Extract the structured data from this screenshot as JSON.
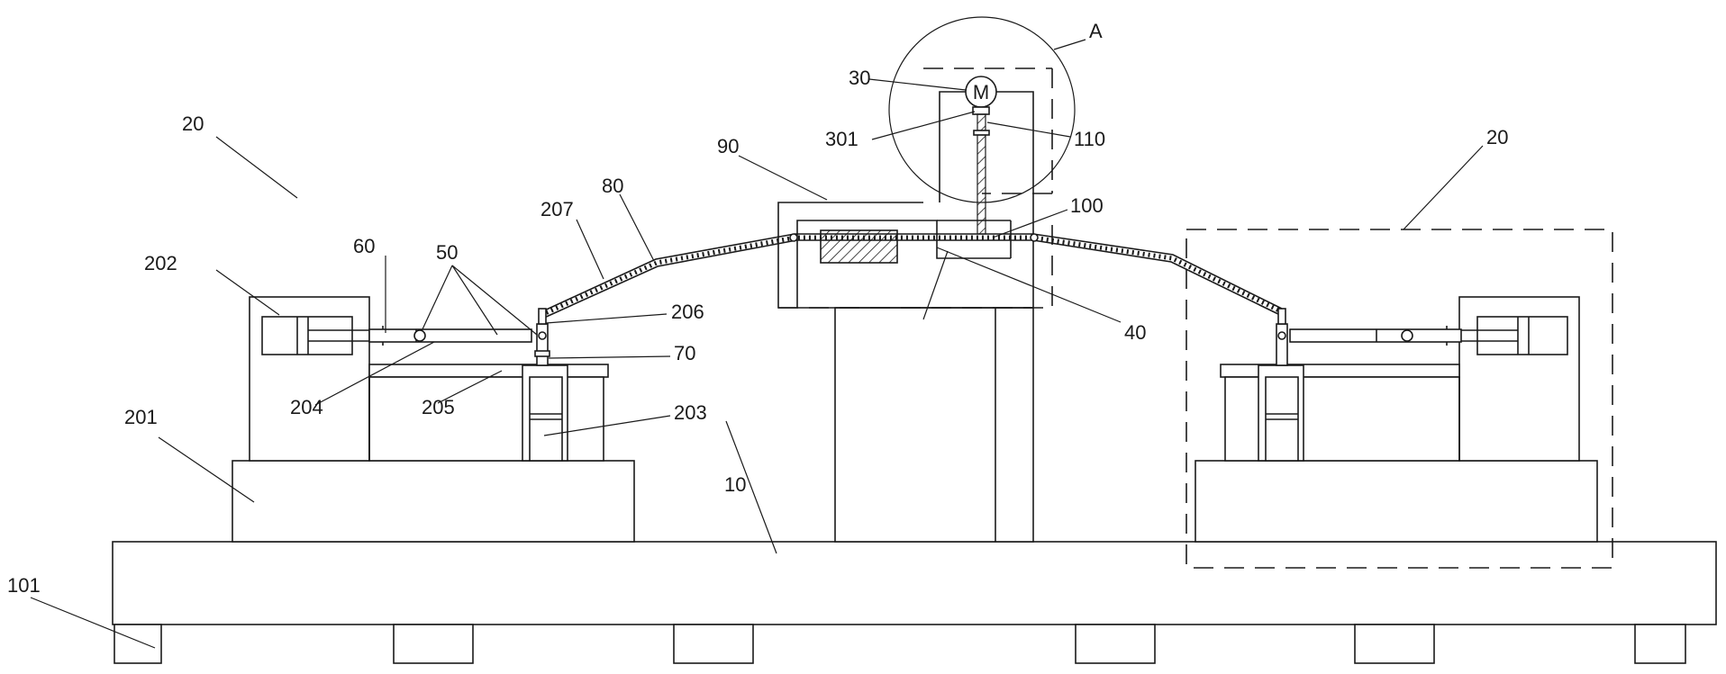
{
  "labels": {
    "base": "10",
    "foot": "101",
    "station_left": "20",
    "station_right": "20",
    "stand_201": "201",
    "cyl_202": "202",
    "cyl_203": "203",
    "rod_204": "204",
    "plate_205": "205",
    "joint_206": "206",
    "link_207": "207",
    "motor": "30",
    "shaft_301": "301",
    "part_40": "40",
    "hinge_50": "50",
    "part_60": "60",
    "part_70": "70",
    "wire_80": "80",
    "frame_90": "90",
    "part_100": "100",
    "part_110": "110",
    "detail_A": "A",
    "motor_symbol": "M"
  },
  "colors": {
    "line": "#1a1a1a",
    "background": "#ffffff"
  }
}
